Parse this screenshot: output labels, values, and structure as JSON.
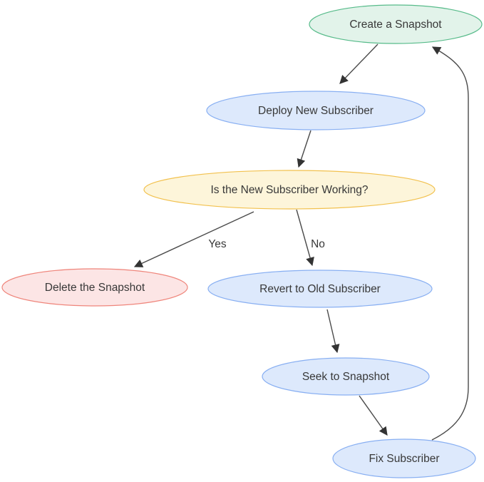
{
  "colors": {
    "node-green-fill": "#e2f3ea",
    "node-green-stroke": "#57bb8a",
    "node-blue-fill": "#dde9fc",
    "node-blue-stroke": "#88aff2",
    "node-yellow-fill": "#fdf5da",
    "node-yellow-stroke": "#f2c14e",
    "node-red-fill": "#fce5e5",
    "node-red-stroke": "#ef857b",
    "edge-line": "#4a4a4a",
    "arrowhead": "#333333",
    "text": "#383838",
    "background": "#ffffff"
  },
  "diagram": {
    "type": "flowchart",
    "nodes": [
      {
        "id": "create-a-snapshot",
        "label": "Create a Snapshot",
        "shape": "ellipse",
        "color": "green"
      },
      {
        "id": "deploy-new-subscriber",
        "label": "Deploy New Subscriber",
        "shape": "ellipse",
        "color": "blue"
      },
      {
        "id": "is-the-new-subscriber-working",
        "label": "Is the New Subscriber Working?",
        "shape": "ellipse",
        "color": "yellow"
      },
      {
        "id": "delete-the-snapshot",
        "label": "Delete the Snapshot",
        "shape": "ellipse",
        "color": "red"
      },
      {
        "id": "revert-to-old-subscriber",
        "label": "Revert to Old Subscriber",
        "shape": "ellipse",
        "color": "blue"
      },
      {
        "id": "seek-to-snapshot",
        "label": "Seek to Snapshot",
        "shape": "ellipse",
        "color": "blue"
      },
      {
        "id": "fix-subscriber",
        "label": "Fix Subscriber",
        "shape": "ellipse",
        "color": "blue"
      }
    ],
    "edges": [
      {
        "from": "create-a-snapshot",
        "to": "deploy-new-subscriber",
        "label": ""
      },
      {
        "from": "deploy-new-subscriber",
        "to": "is-the-new-subscriber-working",
        "label": ""
      },
      {
        "from": "is-the-new-subscriber-working",
        "to": "delete-the-snapshot",
        "label": "Yes"
      },
      {
        "from": "is-the-new-subscriber-working",
        "to": "revert-to-old-subscriber",
        "label": "No"
      },
      {
        "from": "revert-to-old-subscriber",
        "to": "seek-to-snapshot",
        "label": ""
      },
      {
        "from": "seek-to-snapshot",
        "to": "fix-subscriber",
        "label": ""
      },
      {
        "from": "fix-subscriber",
        "to": "create-a-snapshot",
        "label": ""
      }
    ]
  }
}
